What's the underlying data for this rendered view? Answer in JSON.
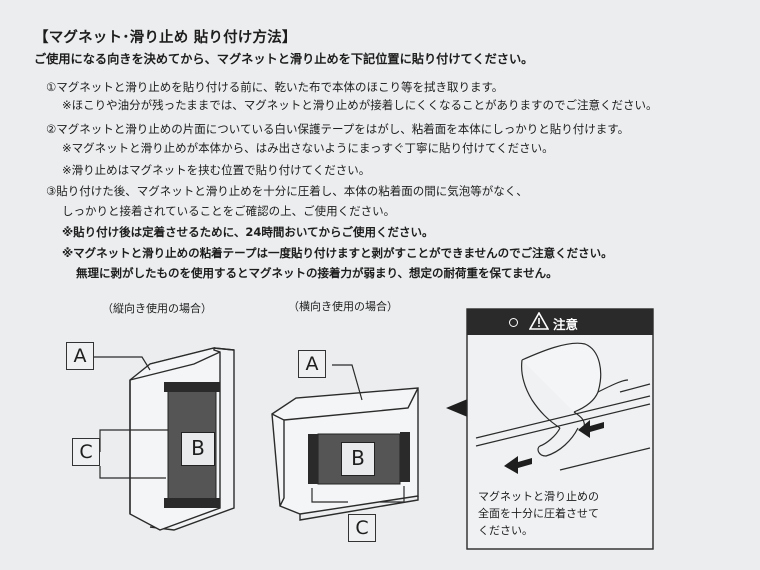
{
  "title": "【マグネット･滑り止め 貼り付け方法】",
  "intro": "ご使用になる向きを決めてから、マグネットと滑り止めを下記位置に貼り付けてください。",
  "steps": {
    "s1": "①マグネットと滑り止めを貼り付ける前に、乾いた布で本体のほこり等を拭き取ります。",
    "s1_note": "※ほこりや油分が残ったままでは、マグネットと滑り止めが接着しにくくなることがありますのでご注意ください。",
    "s2": "②マグネットと滑り止めの片面についている白い保護テープをはがし、粘着面を本体にしっかりと貼り付けます。",
    "s2_note1": "※マグネットと滑り止めが本体から、はみ出さないようにまっすぐ丁寧に貼り付けてください。",
    "s2_note2": "※滑り止めはマグネットを挟む位置で貼り付けてください。",
    "s3": "③貼り付けた後、マグネットと滑り止めを十分に圧着し、本体の粘着面の間に気泡等がなく、",
    "s3_cont": "しっかりと接着されていることをご確認の上、ご使用ください。",
    "note_bold1": "※貼り付け後は定着させるために、24時間おいてからご使用ください。",
    "note_bold2": "※マグネットと滑り止めの粘着テープは一度貼り付けますと剥がすことができませんのでご注意ください。",
    "note_bold2_cont": "無理に剥がしたものを使用するとマグネットの接着力が弱まり、想定の耐荷重を保てません。"
  },
  "figures": {
    "vertical_caption": "（縦向き使用の場合）",
    "horizontal_caption": "（横向き使用の場合）",
    "labels": {
      "a": "A",
      "b": "B",
      "c": "C"
    }
  },
  "caution": {
    "heading": "注意",
    "text_line1": "マグネットと滑り止めの",
    "text_line2": "全面を十分に圧着させて",
    "text_line3": "ください。"
  }
}
